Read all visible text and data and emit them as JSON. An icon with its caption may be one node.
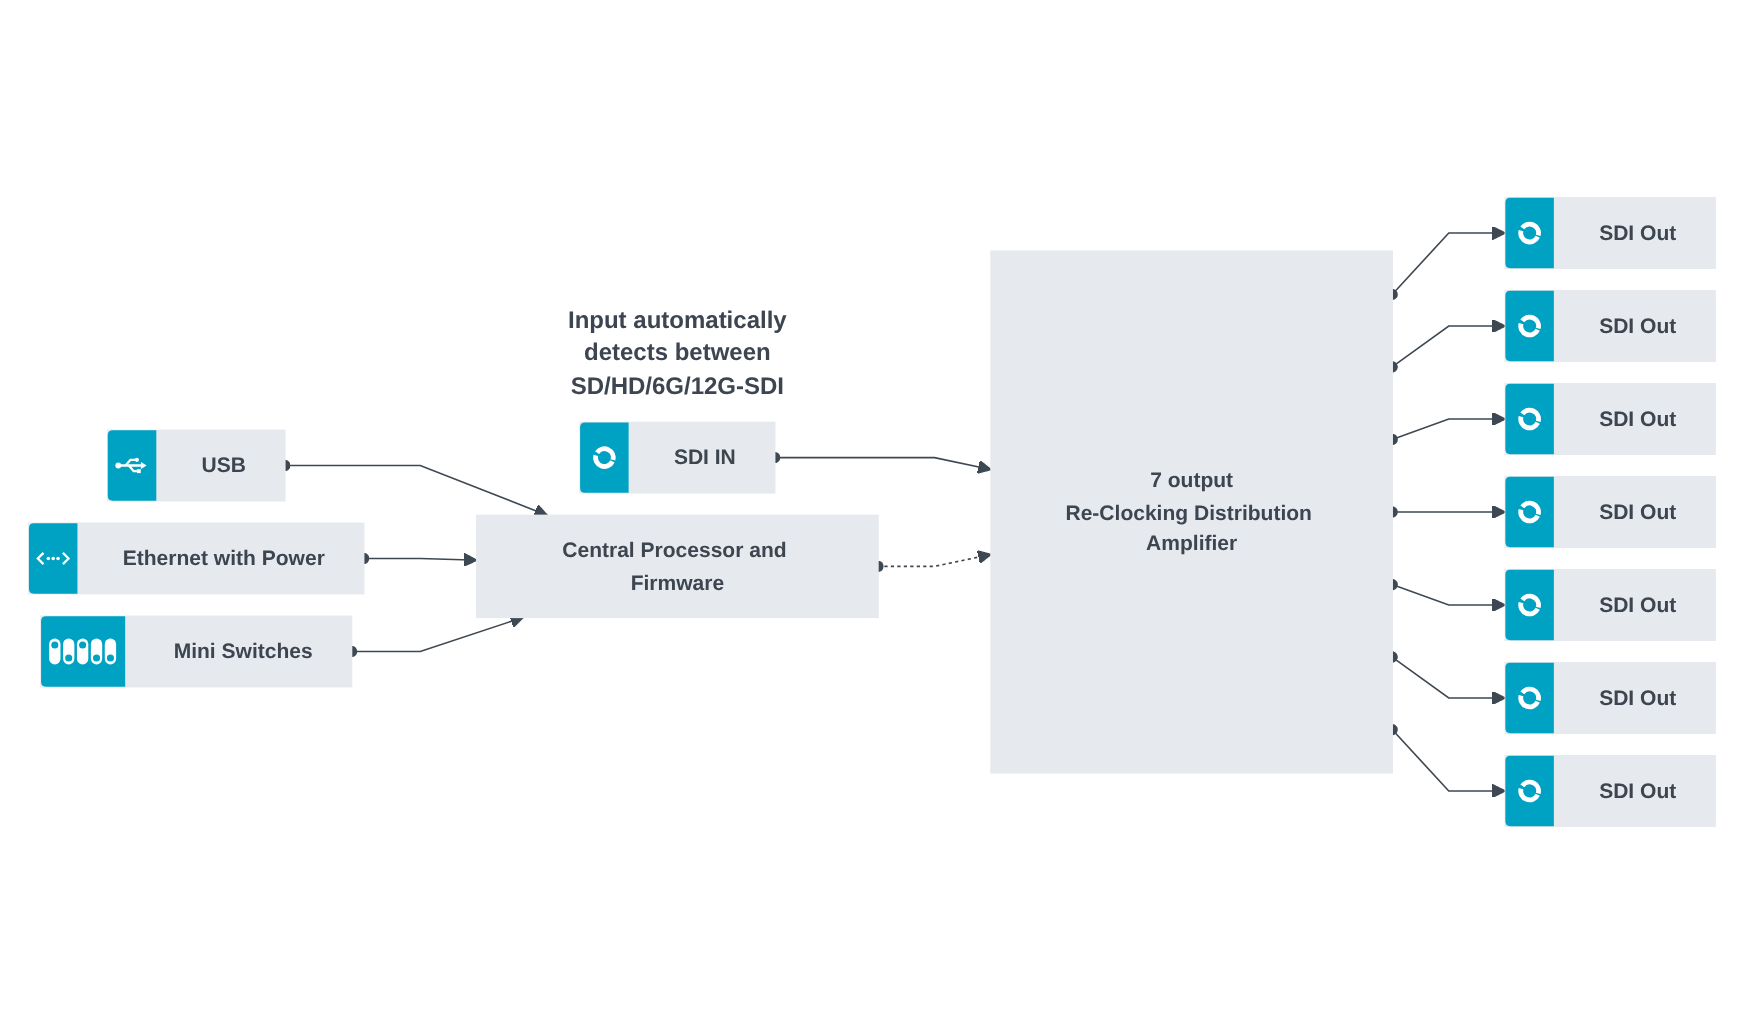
{
  "diagram": {
    "nodes": [
      {
        "text": [
          "SDI IN"
        ]
      },
      {
        "text": [
          "7 output",
          "Re-Clocking Distribution Amplifier"
        ]
      },
      {
        "text": [
          "SDI Out"
        ]
      },
      {
        "text": [
          "SDI Out"
        ]
      },
      {
        "text": [
          "SDI Out"
        ]
      },
      {
        "text": [
          "SDI Out"
        ]
      },
      {
        "text": [
          "SDI Out"
        ]
      },
      {
        "text": [
          "SDI Out"
        ]
      },
      {
        "text": [
          "SDI Out"
        ]
      },
      {
        "text": [
          "Central Processor and Firmware"
        ]
      },
      {
        "text": [
          "USB"
        ]
      },
      {
        "text": [
          "Ethernet with Power"
        ]
      },
      {
        "text": [
          "Mini Switches"
        ]
      }
    ],
    "edges": [
      {
        "from": 0,
        "to": 1,
        "arrow": "to"
      },
      {
        "from": 1,
        "to": 2,
        "arrow": "to"
      },
      {
        "from": 1,
        "to": 3,
        "arrow": "to"
      },
      {
        "from": 1,
        "to": 4,
        "arrow": "to"
      },
      {
        "from": 1,
        "to": 5,
        "arrow": "to"
      },
      {
        "from": 1,
        "to": 6,
        "arrow": "to"
      },
      {
        "from": 1,
        "to": 7,
        "arrow": "to"
      },
      {
        "from": 1,
        "to": 8,
        "arrow": "to"
      },
      {
        "from": 9,
        "to": 1,
        "arrow": "to",
        "style": "dashed"
      },
      {
        "from": 10,
        "to": 9,
        "arrow": "to"
      },
      {
        "from": 11,
        "to": 9,
        "arrow": "to"
      },
      {
        "from": 12,
        "to": 9,
        "arrow": "to"
      }
    ],
    "labels": [
      "Input automatically detects between SD/HD/6G/12G-SDI"
    ]
  }
}
